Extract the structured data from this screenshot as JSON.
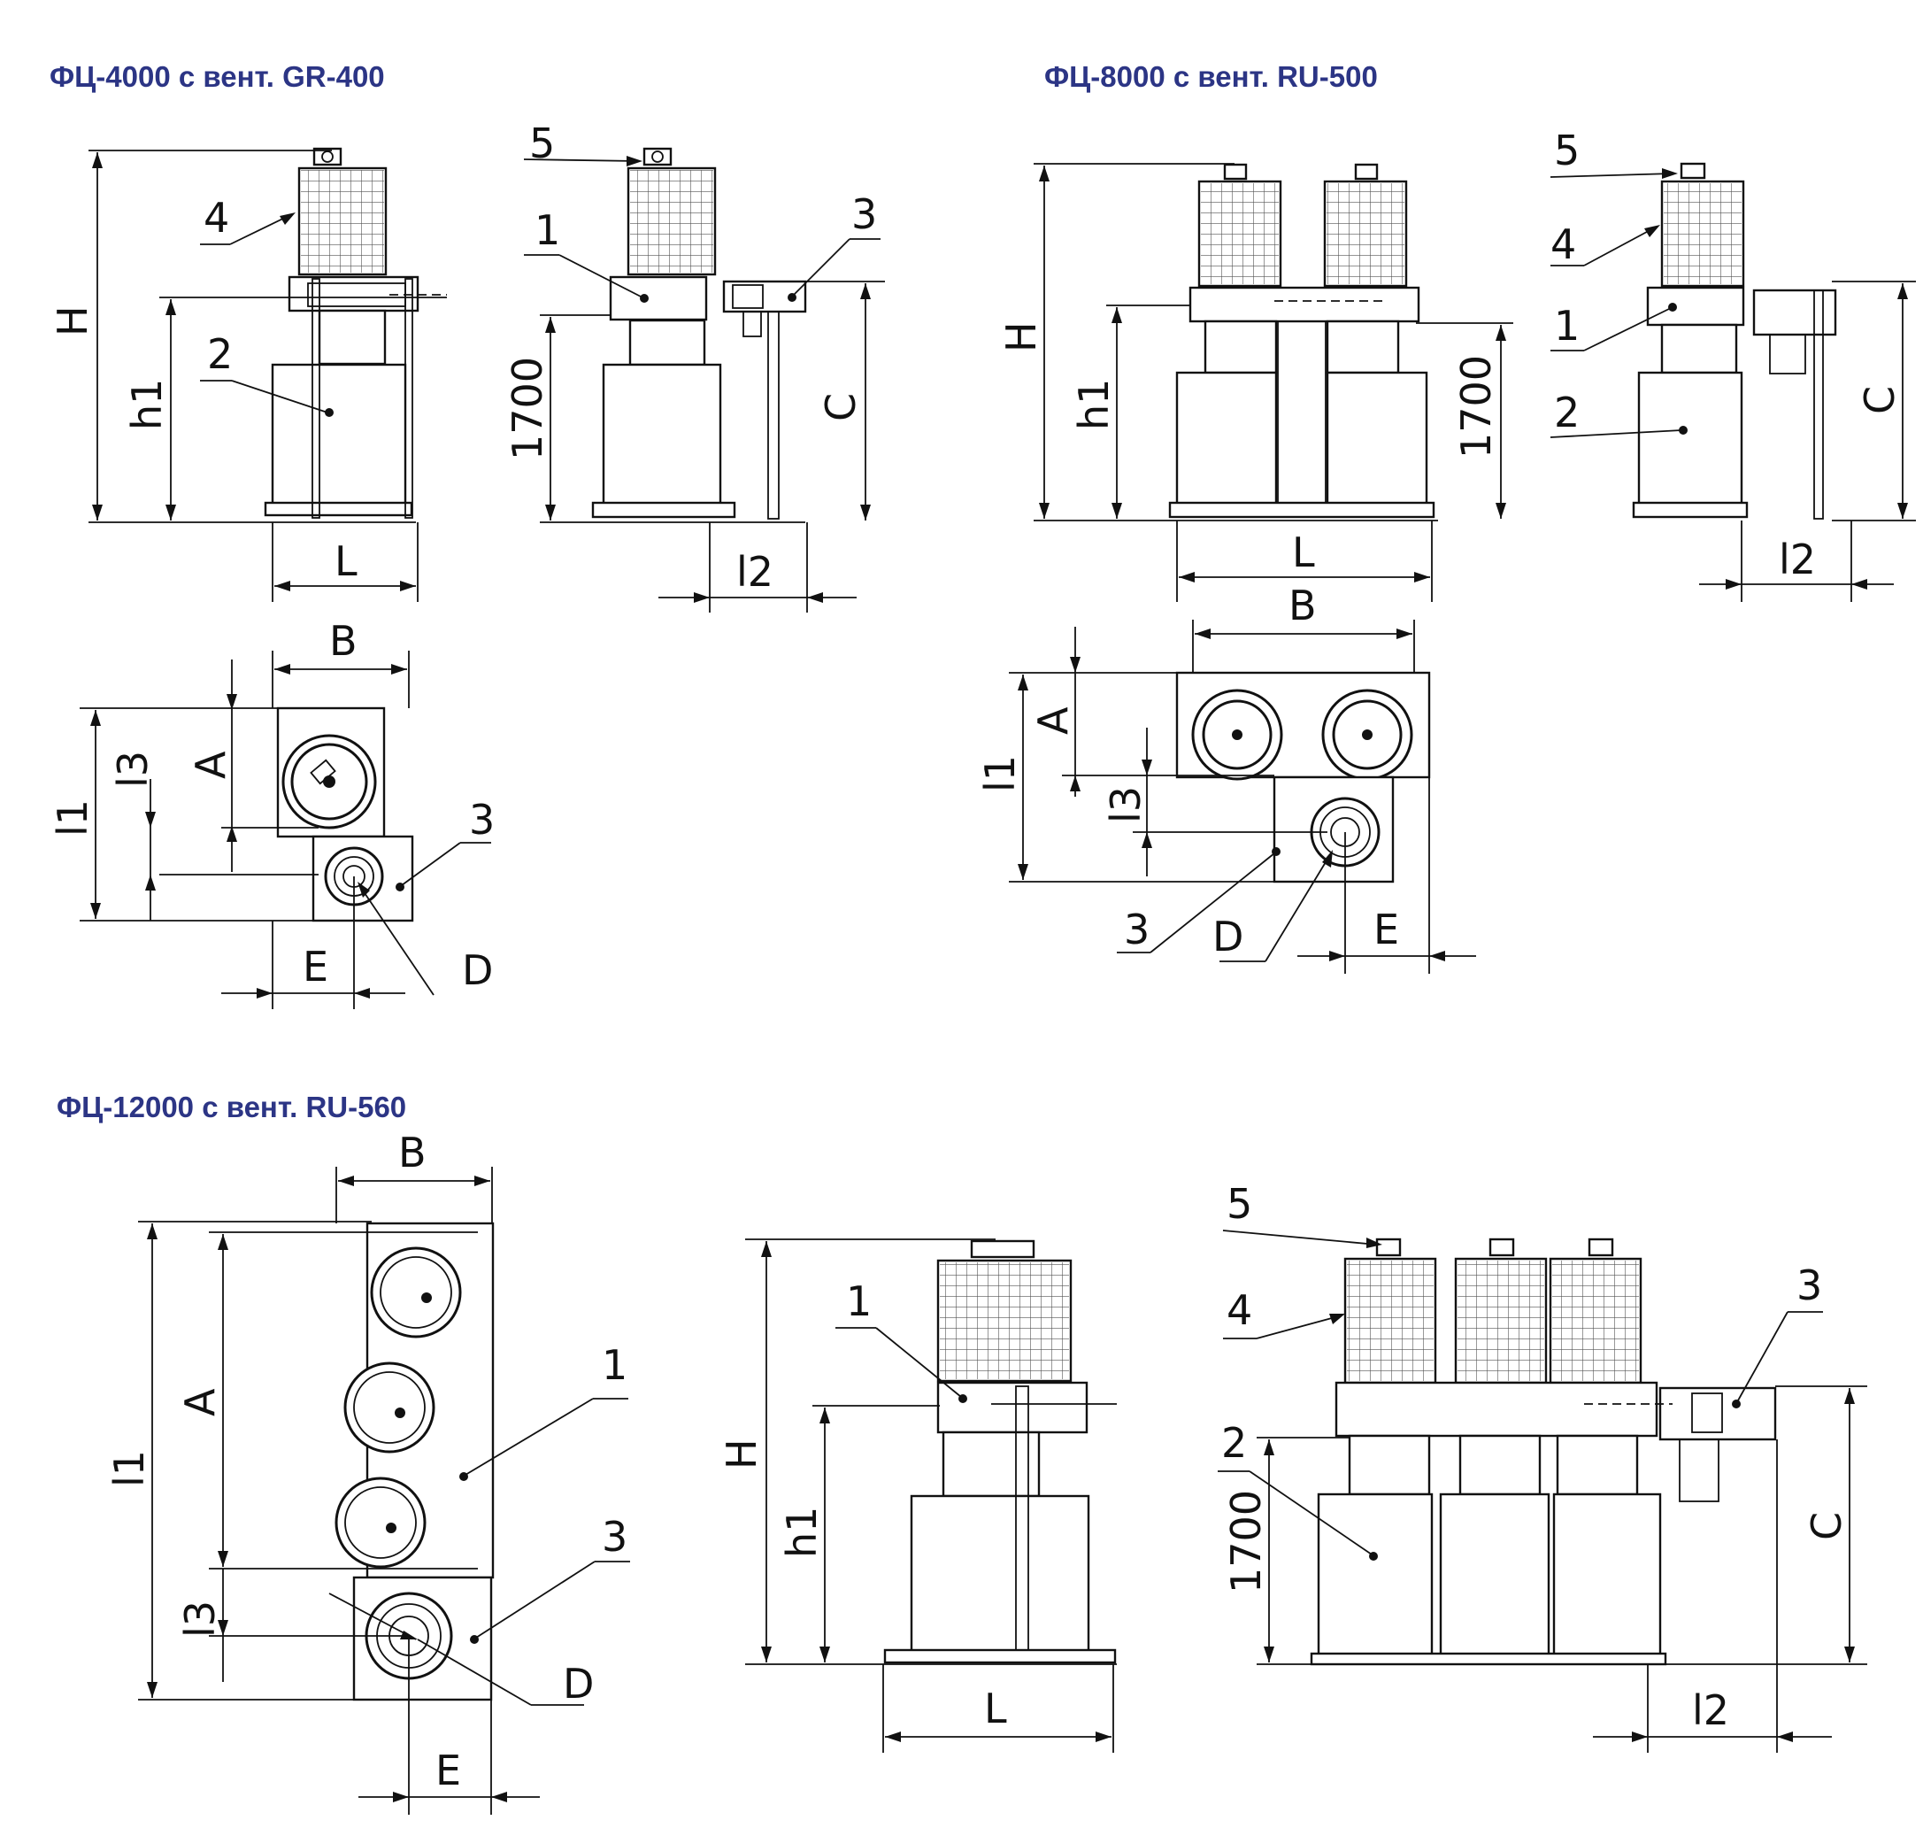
{
  "titles": {
    "fc4000": "ФЦ-4000 с вент. GR-400",
    "fc8000": "ФЦ-8000 с вент. RU-500",
    "fc12000": "ФЦ-12000 с вент. RU-560"
  },
  "callouts": {
    "n1": "1",
    "n2": "2",
    "n3": "3",
    "n4": "4",
    "n5": "5"
  },
  "dimensions": {
    "H": "H",
    "h1": "h1",
    "L": "L",
    "l1": "l1",
    "l2": "l2",
    "l3": "l3",
    "C": "C",
    "B": "B",
    "A": "A",
    "E": "E",
    "D": "D",
    "height_1700": "1700"
  },
  "colors": {
    "title": "#2c3585",
    "line": "#111111",
    "background": "#ffffff"
  }
}
